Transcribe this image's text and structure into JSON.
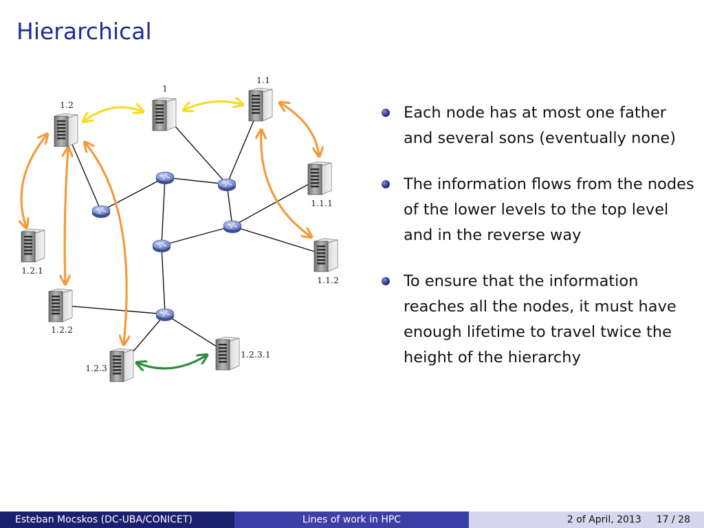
{
  "slide": {
    "title": "Hierarchical"
  },
  "diagram": {
    "servers": [
      {
        "id": "1",
        "label": "1"
      },
      {
        "id": "1.1",
        "label": "1.1"
      },
      {
        "id": "1.2",
        "label": "1.2"
      },
      {
        "id": "1.1.1",
        "label": "1.1.1"
      },
      {
        "id": "1.1.2",
        "label": "1.1.2"
      },
      {
        "id": "1.2.1",
        "label": "1.2.1"
      },
      {
        "id": "1.2.2",
        "label": "1.2.2"
      },
      {
        "id": "1.2.3",
        "label": "1.2.3"
      },
      {
        "id": "1.2.3.1",
        "label": "1.2.3.1"
      }
    ],
    "exchanges": [
      {
        "from": "1",
        "to": "1.2",
        "level": "yellow"
      },
      {
        "from": "1",
        "to": "1.1",
        "level": "yellow"
      },
      {
        "from": "1.2",
        "to": "1.2.1",
        "level": "orange"
      },
      {
        "from": "1.2",
        "to": "1.2.2",
        "level": "orange"
      },
      {
        "from": "1.2",
        "to": "1.2.3",
        "level": "orange"
      },
      {
        "from": "1.1",
        "to": "1.1.1",
        "level": "orange"
      },
      {
        "from": "1.1",
        "to": "1.1.2",
        "level": "orange"
      },
      {
        "from": "1.2.3",
        "to": "1.2.3.1",
        "level": "green"
      }
    ],
    "colors": {
      "yellow": "#f5dc2a",
      "orange": "#f39a3b",
      "green": "#2e8b3e",
      "link": "#111111",
      "router": "#6f86c9"
    }
  },
  "bullets": [
    "Each node has at most one father and several sons (eventually none)",
    "The information flows from the nodes of the lower levels to the top level and in the reverse way",
    "To ensure that the information reaches all the nodes, it must have enough lifetime to travel twice the height of the hierarchy"
  ],
  "footer": {
    "author": "Esteban Mocskos  (DC-UBA/CONICET)",
    "talk": "Lines of work in HPC",
    "date": "2 of April, 2013",
    "page": "17 / 28"
  }
}
